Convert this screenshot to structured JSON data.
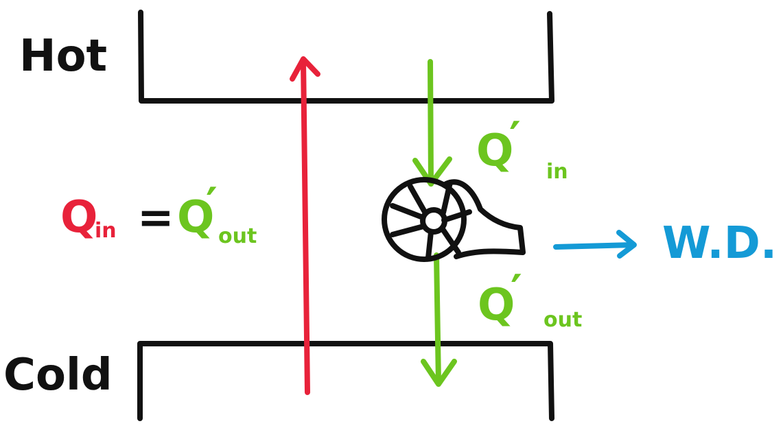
{
  "labels": {
    "hot": "Hot",
    "cold": "Cold",
    "q": "Q",
    "prime": "′",
    "in": "in",
    "out": "out",
    "equals": "=",
    "work": "W.D."
  },
  "colors": {
    "ink": "#111111",
    "heat_in": "#e8223a",
    "heat_flow": "#6cc51f",
    "work": "#149ad6"
  }
}
